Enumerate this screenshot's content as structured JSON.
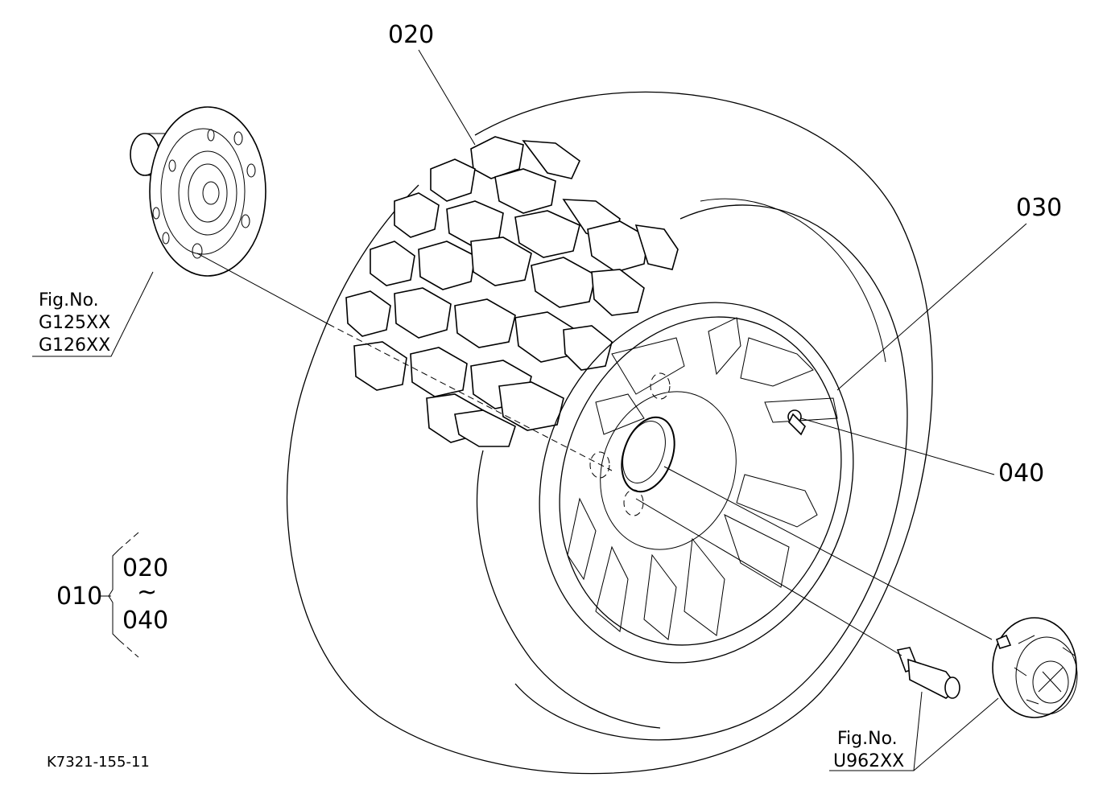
{
  "callouts": {
    "tire": "020",
    "rim": "030",
    "valve": "040",
    "assembly": "010",
    "range_start": "020",
    "range_tilde": "~",
    "range_end": "040"
  },
  "references": {
    "hub": {
      "label": "Fig.No.",
      "lines": [
        "G125XX",
        "G126XX"
      ]
    },
    "cap": {
      "label": "Fig.No.",
      "lines": [
        "U962XX"
      ]
    }
  },
  "drawing_code": "K7321-155-11"
}
